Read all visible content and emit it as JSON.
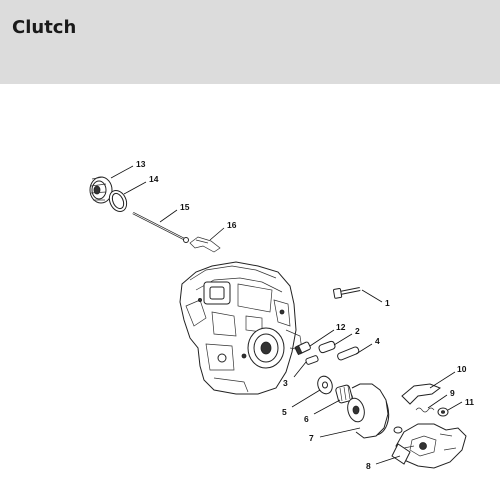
{
  "page": {
    "title": "Clutch"
  },
  "callouts": [
    {
      "id": "c1",
      "label": "1"
    },
    {
      "id": "c2",
      "label": "2"
    },
    {
      "id": "c3",
      "label": "3"
    },
    {
      "id": "c4",
      "label": "4"
    },
    {
      "id": "c5",
      "label": "5"
    },
    {
      "id": "c6",
      "label": "6"
    },
    {
      "id": "c7",
      "label": "7"
    },
    {
      "id": "c8",
      "label": "8"
    },
    {
      "id": "c9",
      "label": "9"
    },
    {
      "id": "c10",
      "label": "10"
    },
    {
      "id": "c11",
      "label": "11"
    },
    {
      "id": "c12",
      "label": "12"
    },
    {
      "id": "c13",
      "label": "13"
    },
    {
      "id": "c14",
      "label": "14"
    },
    {
      "id": "c15",
      "label": "15"
    },
    {
      "id": "c16",
      "label": "16"
    }
  ]
}
